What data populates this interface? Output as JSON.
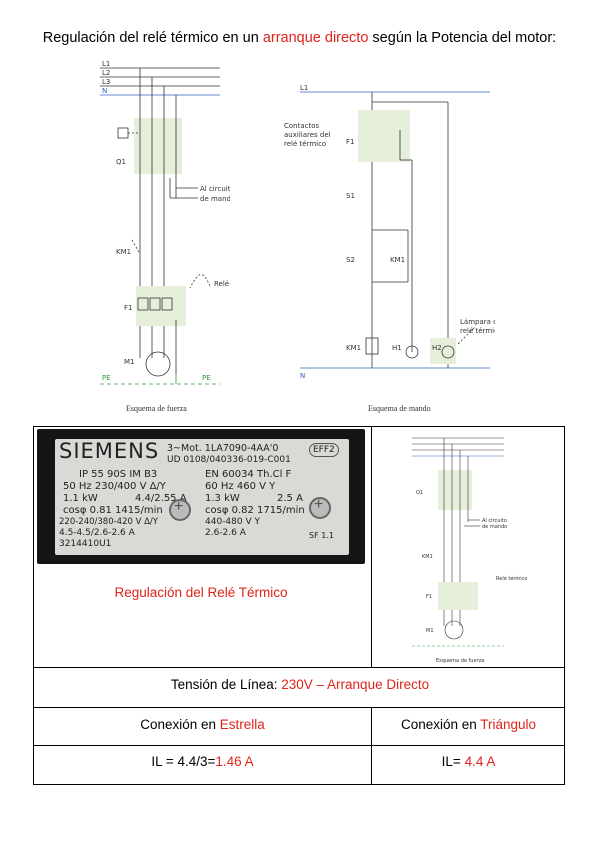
{
  "title": {
    "part1": "Regulación del relé térmico en un ",
    "highlight": "arranque directo",
    "part2": " según la Potencia del motor:"
  },
  "power_diagram": {
    "lines": [
      "L1",
      "L2",
      "L3",
      "N"
    ],
    "contactor_q1": "Q1",
    "control_circuit_label": [
      "Al circuito",
      "de mando"
    ],
    "km1": "KM1",
    "relay_label": "Relé térmico",
    "f1": "F1",
    "motor": "M1",
    "pe": "PE",
    "caption": "Esquema de fuerza"
  },
  "control_diagram": {
    "l1": "L1",
    "n": "N",
    "aux_contacts_label": [
      "Contactos",
      "auxiliares del",
      "relé térmico"
    ],
    "f1": "F1",
    "s1": "S1",
    "s2": "S2",
    "km1": "KM1",
    "h1": "H1",
    "h2": "H2",
    "lamp_label": [
      "Lámpara de",
      "relé térmico"
    ],
    "caption": "Esquema de mando"
  },
  "nameplate": {
    "brand": "SIEMENS",
    "line1": "3~Mot. 1LA7090-4AA'0",
    "line2": "UD 0108/040336-019-C001",
    "eff": "EFF2",
    "row_ip": "IP 55  90S  IM B3",
    "row_en": "EN 60034  Th.Cl F",
    "row_hz50": "50 Hz  230/400 V Δ/Y",
    "row_hz60": "60 Hz  460 V Y",
    "row_kw1": "1.1 kW",
    "row_a1": "4.4/2.55 A",
    "row_kw2": "1.3 kW",
    "row_a2": "2.5 A",
    "row_cos1": "cosφ 0.81  1415/min",
    "row_cos2": "cosφ 0.82  1715/min",
    "row_v1": "220-240/380-420 V Δ/Y",
    "row_v2": "440-480 V Y",
    "row_a3": "4.5-4.5/2.6-2.6 A",
    "row_a4": "2.6-2.6 A",
    "serial": "3214410U1",
    "sf": "SF 1.1"
  },
  "regulation_label": "Regulación del Relé Térmico",
  "table": {
    "voltage_label": "Tensión de Línea: ",
    "voltage_value": "230V – Arranque Directo",
    "star_label": "Conexión en ",
    "star_value": "Estrella",
    "delta_label": "Conexión en ",
    "delta_value": "Triángulo",
    "star_formula": "IL = 4.4/3=",
    "star_result": "1.46 A",
    "delta_formula": "IL= ",
    "delta_result": "4.4 A"
  }
}
